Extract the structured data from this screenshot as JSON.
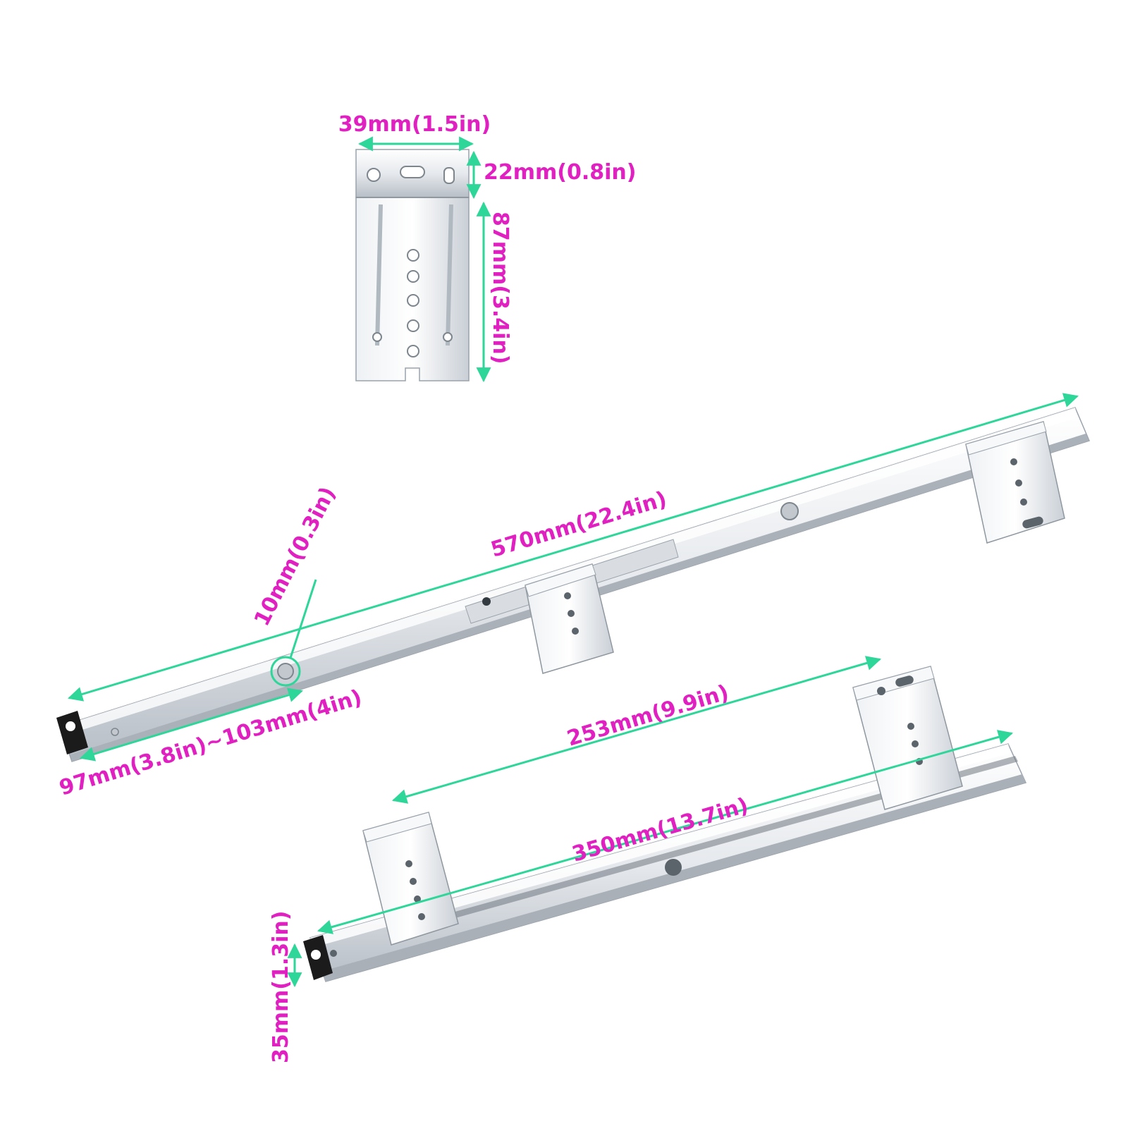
{
  "colors": {
    "label": "#e020c0",
    "dimension_line": "#2ed69a",
    "metal_light": "#f4f6f8",
    "metal_mid": "#d3d8de",
    "metal_dark": "#9aa2ab",
    "stopper": "#1b1b1b"
  },
  "labels": {
    "bracket_width": "39mm(1.5in)",
    "bracket_top_height": "22mm(0.8in)",
    "bracket_height": "87mm(3.4in)",
    "slide_long_length": "570mm(22.4in)",
    "hole_diameter": "10mm(0.3in)",
    "extension_range": "97mm(3.8in)~103mm(4in)",
    "bracket_spacing": "253mm(9.9in)",
    "slide_short_length": "350mm(13.7in)",
    "slide_height": "35mm(1.3in)"
  },
  "icons": {
    "bracket": "rear-bracket-icon",
    "long_slide": "drawer-slide-long-icon",
    "short_slide": "drawer-slide-short-icon"
  }
}
